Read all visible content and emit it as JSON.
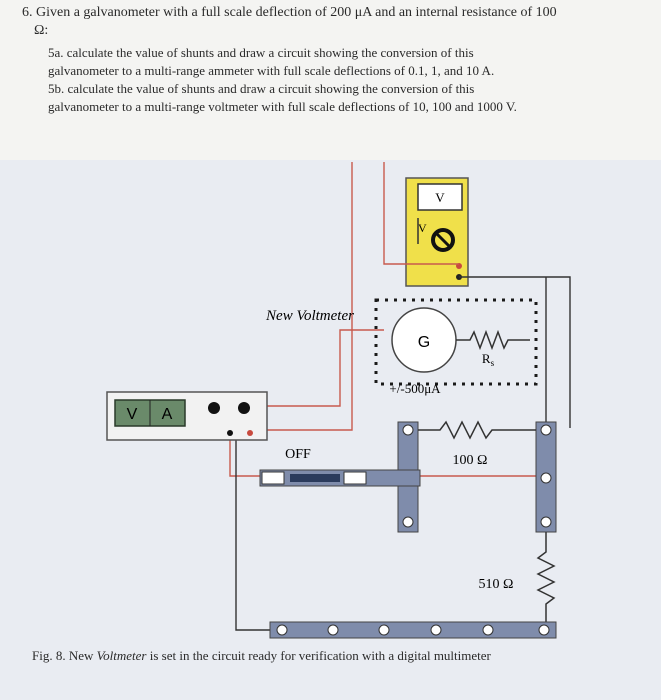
{
  "question": {
    "number_title": "6.  Given a galvanometer with a full scale deflection of 200 μA and an internal resistance of 100",
    "omega": "Ω:",
    "part_a_line1": "5a. calculate the value of shunts and draw a circuit showing the conversion of this",
    "part_a_line2": "galvanometer to a multi-range ammeter with full scale deflections of 0.1, 1, and 10 A.",
    "part_b_line1": "5b. calculate the value of shunts and draw a circuit showing the conversion of this",
    "part_b_line2": "galvanometer to a multi-range voltmeter with full scale deflections of 10, 100 and 1000 V."
  },
  "figure": {
    "meter_label": "V",
    "meter_port_label": "V",
    "new_voltmeter_label": "New Voltmeter",
    "galvanometer_label": "G",
    "series_resistor_label": "R",
    "series_resistor_sub": "s",
    "galvanometer_range": "+/-500μA",
    "supply_v": "V",
    "supply_a": "A",
    "switch_label": "OFF",
    "resistor_100": "100 Ω",
    "resistor_510": "510 Ω"
  },
  "caption": {
    "prefix": "Fig. 8.  New",
    "italic": "Voltmeter",
    "suffix": "is set in the circuit ready for verification with a digital multimeter"
  },
  "colors": {
    "wire_red": "#c85a4e",
    "wire_black": "#333333",
    "meter_yellow": "#f0e04a",
    "rail_blue": "#6f7fa0"
  }
}
